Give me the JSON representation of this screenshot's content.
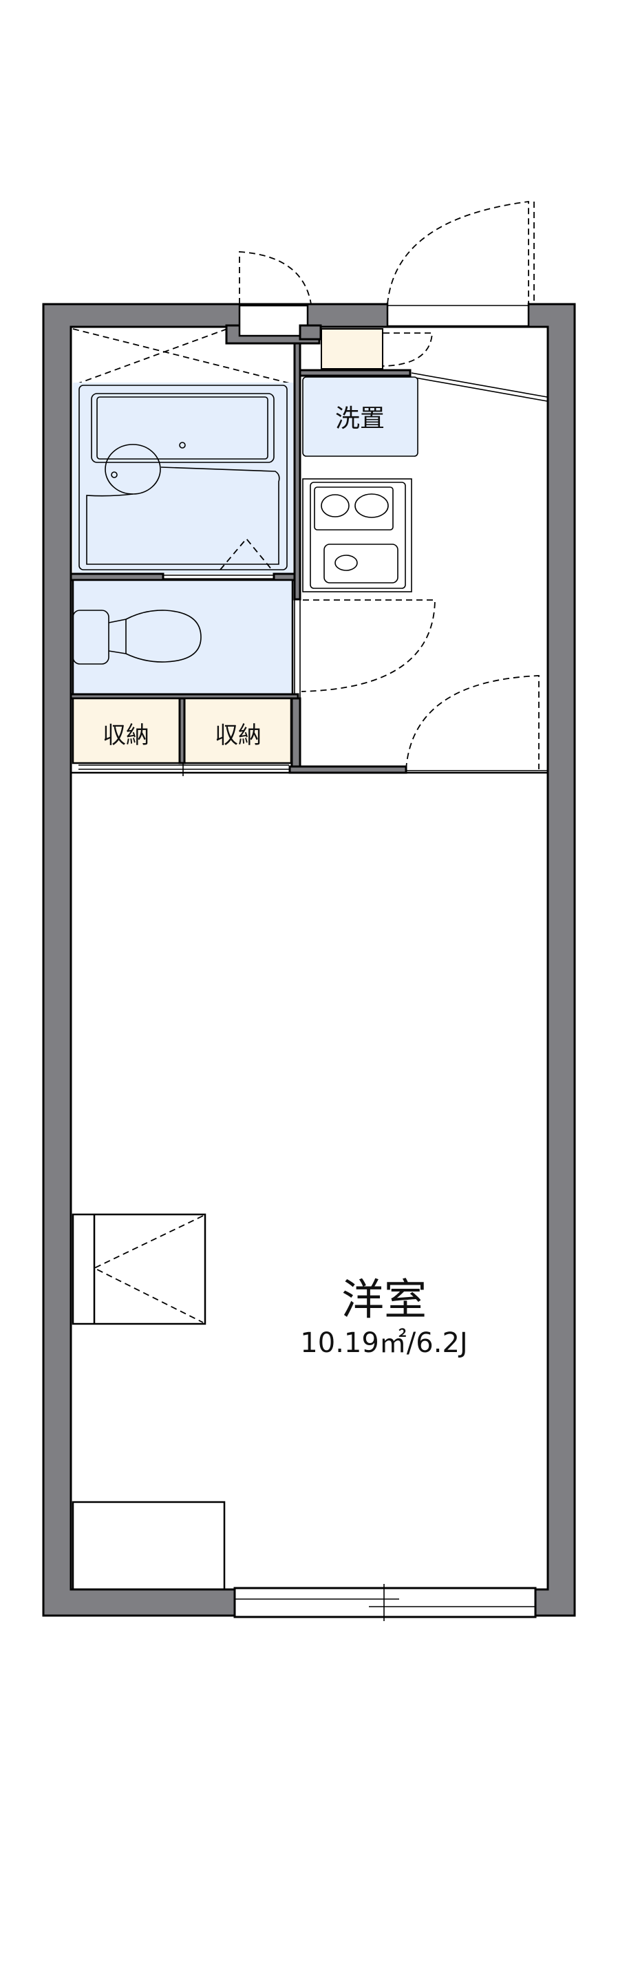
{
  "rooms": {
    "washer": {
      "label": "洗置"
    },
    "storage_left": {
      "label": "収納"
    },
    "storage_right": {
      "label": "収納"
    },
    "western_room": {
      "label": "洋室",
      "area": "10.19㎡/6.2J"
    }
  },
  "colors": {
    "wall": "#7f7f83",
    "wet_area": "#e4eefc",
    "storage": "#fdf5e4"
  }
}
